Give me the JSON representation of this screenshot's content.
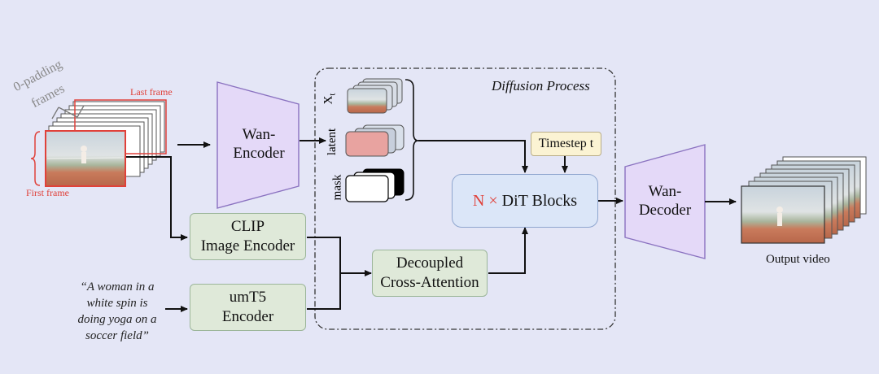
{
  "labels": {
    "padding_frames_line1": "0-padding",
    "padding_frames_line2": "frames",
    "last_frame": "Last frame",
    "first_frame": "First frame",
    "output_video": "Output video"
  },
  "blocks": {
    "wan_encoder_line1": "Wan-",
    "wan_encoder_line2": "Encoder",
    "wan_decoder_line1": "Wan-",
    "wan_decoder_line2": "Decoder",
    "clip_line1": "CLIP",
    "clip_line2": "Image Encoder",
    "umt5_line1": "umT5",
    "umt5_line2": "Encoder",
    "decoupled_line1": "Decoupled",
    "decoupled_line2": "Cross-Attention",
    "dit_n": "N",
    "dit_times": "×",
    "dit_rest": "DiT Blocks",
    "timestep": "Timestep t"
  },
  "diffusion": {
    "title": "Diffusion Process",
    "xt_base": "X",
    "xt_sub": "t",
    "latent": "latent",
    "mask": "mask"
  },
  "prompt": {
    "line1": "“A woman in a",
    "line2": "white spin is",
    "line3": "doing yoga on a",
    "line4": "soccer field”"
  },
  "colors": {
    "background": "#e4e6f6",
    "encoder_fill": "#e4d9f8",
    "encoder_stroke": "#8a72c0",
    "highlight_red": "#e0413a",
    "latent_pink": "#e8a3a0"
  }
}
